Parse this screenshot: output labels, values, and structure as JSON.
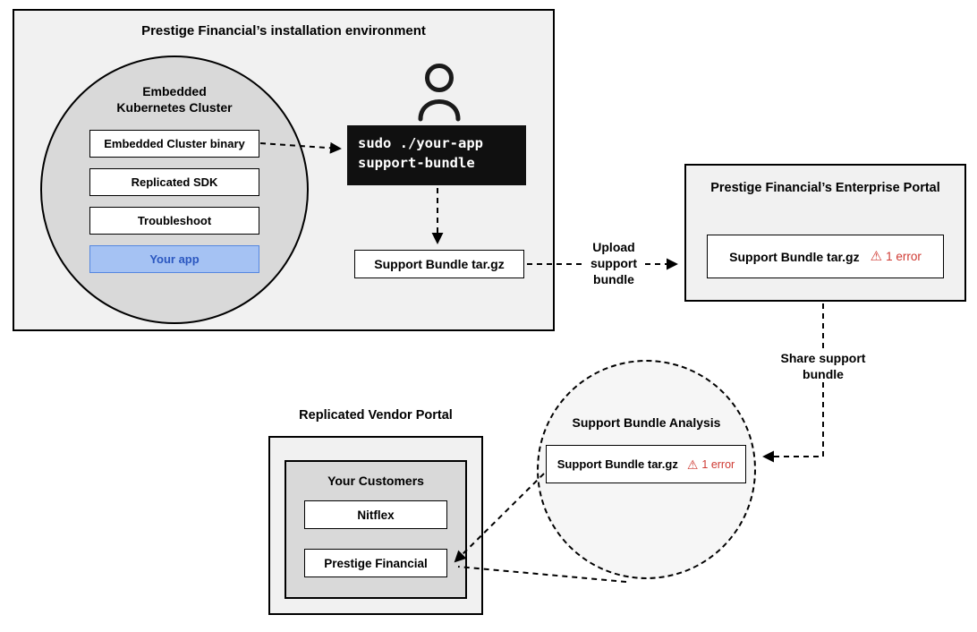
{
  "colors": {
    "error-red": "#cf3a33",
    "app-blue-bg": "#a5c2f3",
    "app-blue-border": "#5587e0",
    "app-blue-text": "#2b57c0",
    "panel-gray": "#f1f1f1",
    "circle-gray": "#d9d9d9",
    "analysis-gray": "#f6f6f6",
    "terminal-bg": "#101010"
  },
  "installation_env": {
    "title": "Prestige Financial’s installation environment",
    "cluster": {
      "title_line1": "Embedded",
      "title_line2": "Kubernetes Cluster",
      "items": [
        {
          "label": "Embedded Cluster binary"
        },
        {
          "label": "Replicated SDK"
        },
        {
          "label": "Troubleshoot"
        },
        {
          "label": "Your app"
        }
      ]
    },
    "terminal": {
      "line1": "sudo ./your-app",
      "line2": "support-bundle"
    },
    "support_bundle_label": "Support Bundle tar.gz"
  },
  "labels": {
    "upload": "Upload support bundle",
    "share": "Share support bundle"
  },
  "enterprise_portal": {
    "title": "Prestige Financial’s Enterprise Portal",
    "bundle": {
      "label": "Support Bundle tar.gz",
      "warning_icon": "⚠",
      "error": "1 error"
    }
  },
  "analysis": {
    "title": "Support Bundle Analysis",
    "bundle": {
      "label": "Support Bundle tar.gz",
      "warning_icon": "⚠",
      "error": "1 error"
    }
  },
  "vendor_portal": {
    "title": "Replicated Vendor Portal",
    "customers": {
      "title": "Your Customers",
      "items": [
        {
          "label": "Nitflex"
        },
        {
          "label": "Prestige Financial"
        }
      ]
    }
  }
}
